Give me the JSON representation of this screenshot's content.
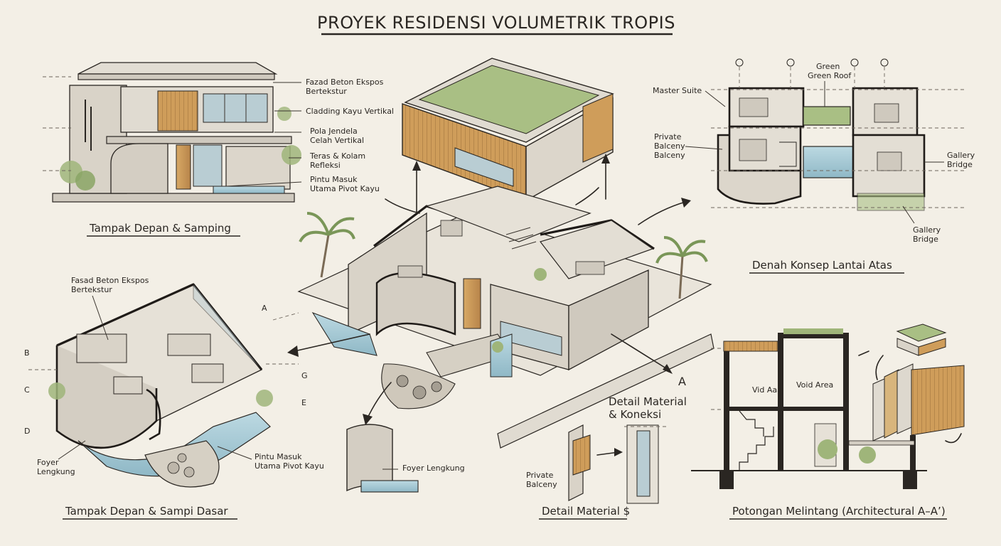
{
  "title": "PROYEK RESIDENSI VOLUMETRIK TROPIS",
  "panels": {
    "elevation": {
      "caption": "Tampak Depan & Samping",
      "labels": [
        "Fazad Beton Ekspos",
        "Bertekstur",
        "Cladding Kayu Vertikal",
        "Pola Jendela",
        "Celah Vertikal",
        "Teras & Kolam",
        "Refleksi",
        "Pintu Masuk",
        "Utama Pivot Kayu"
      ]
    },
    "ground": {
      "caption": "Tampak Depan & Sampi Dasar",
      "labels": [
        "Fasad Beton Ekspos",
        "Bertekstur",
        "Foyer",
        "Lengkung",
        "Pintu Masuk",
        "Utama Pivot Kayu"
      ],
      "markers": [
        "A",
        "B",
        "C",
        "D",
        "E",
        "G"
      ]
    },
    "upper_plan": {
      "caption": "Denah Konsep Lantai Atas",
      "labels": [
        "Green",
        "Green Roof",
        "Master Suite",
        "Private",
        "Balceny",
        "Balceny",
        "Gallery",
        "Bridge",
        "Gallery",
        "Bridge"
      ]
    },
    "foyer_detail": {
      "label": "Foyer Lengkung"
    },
    "material": {
      "heading": [
        "Detail Material",
        "& Koneksi"
      ],
      "caption": "Detail Material $",
      "labels": [
        "Private",
        "Balceny"
      ]
    },
    "section": {
      "caption": "Potongan Melintang (Architectural A–A’)",
      "labels": [
        "Void Area",
        "Vid Aaa"
      ]
    },
    "axo": {
      "marker": "A"
    }
  },
  "colors": {
    "paper": "#f3efe6",
    "ink": "#2a2622",
    "concrete": "#d9d3c8",
    "wood": "#c89a5c",
    "green": "#9fb57a",
    "water": "#a9cbd6"
  }
}
